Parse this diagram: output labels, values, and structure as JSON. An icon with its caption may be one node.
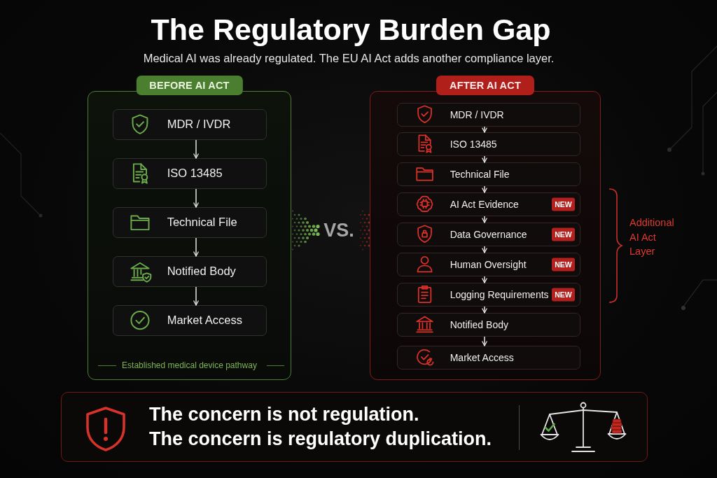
{
  "diagram": {
    "title": "The **Regulatory Burden** Gap",
    "nodes": [
      {
        "text": [
          "BEFORE AI ACT",
          "Established medical device pathway"
        ]
      },
      {
        "text": [
          "MDR / IVDR"
        ],
        "in": 0
      },
      {
        "text": [
          "ISO 13485"
        ],
        "in": 0
      },
      {
        "text": [
          "Technical File"
        ],
        "in": 0
      },
      {
        "text": [
          "Notified Body"
        ],
        "in": 0
      },
      {
        "text": [
          "Market Access"
        ],
        "in": 0
      },
      {
        "text": [
          "AFTER AI ACT"
        ]
      },
      {
        "text": [
          "MDR / IVDR"
        ],
        "in": 6
      },
      {
        "text": [
          "ISO 13485"
        ],
        "in": 6
      },
      {
        "text": [
          "Technical File"
        ],
        "in": 6
      },
      {
        "text": [
          "AI Act Evidence",
          "NEW"
        ],
        "in": 6
      },
      {
        "text": [
          "Data Governance",
          "NEW"
        ],
        "in": 6
      },
      {
        "text": [
          "Human Oversight",
          "NEW"
        ],
        "in": 6
      },
      {
        "text": [
          "Logging Requirements",
          "NEW"
        ],
        "in": 6
      },
      {
        "text": [
          "Notified Body"
        ],
        "in": 6
      },
      {
        "text": [
          "Market Access"
        ],
        "in": 6
      },
      {
        "text": [
          "The concern is not regulation.",
          "The concern is **regulatory duplication.**"
        ]
      }
    ],
    "edges": [
      {
        "from": 1,
        "to": 2,
        "arrow": "to"
      },
      {
        "from": 2,
        "to": 3,
        "arrow": "to"
      },
      {
        "from": 3,
        "to": 4,
        "arrow": "to"
      },
      {
        "from": 4,
        "to": 5,
        "arrow": "to"
      },
      {
        "from": 7,
        "to": 8,
        "arrow": "to"
      },
      {
        "from": 8,
        "to": 9,
        "arrow": "to"
      },
      {
        "from": 9,
        "to": 10,
        "arrow": "to"
      },
      {
        "from": 10,
        "to": 11,
        "arrow": "to"
      },
      {
        "from": 11,
        "to": 12,
        "arrow": "to"
      },
      {
        "from": 12,
        "to": 13,
        "arrow": "to"
      },
      {
        "from": 13,
        "to": 14,
        "arrow": "to"
      },
      {
        "from": 14,
        "to": 15,
        "arrow": "to"
      }
    ],
    "labels": [
      "Medical AI was already regulated. The EU AI Act adds another compliance layer.",
      "VS.",
      "Additional AI Act Layer"
    ]
  }
}
